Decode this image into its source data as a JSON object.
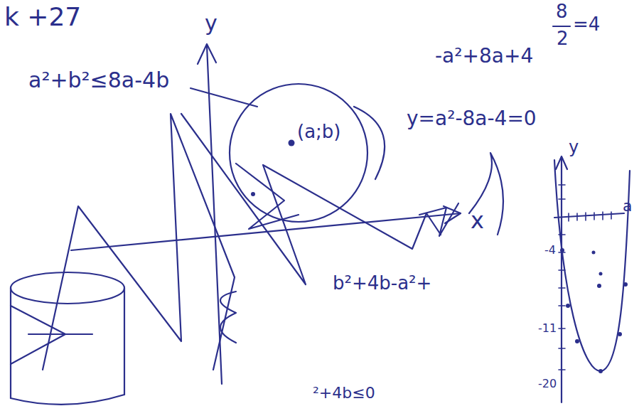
{
  "diagram": {
    "nodes": [
      {
        "text": [
          "(a;b)"
        ]
      }
    ],
    "labels": [
      "k +27",
      "y",
      "8",
      "2",
      "=4",
      "-a²+8a+4",
      "y=a²-8a-4=0",
      "a²+b²≤8a-4b",
      "x",
      "b²+4b-a²+",
      "²+4b≤0",
      "y",
      "a",
      "-4",
      "-11",
      "-20"
    ]
  }
}
